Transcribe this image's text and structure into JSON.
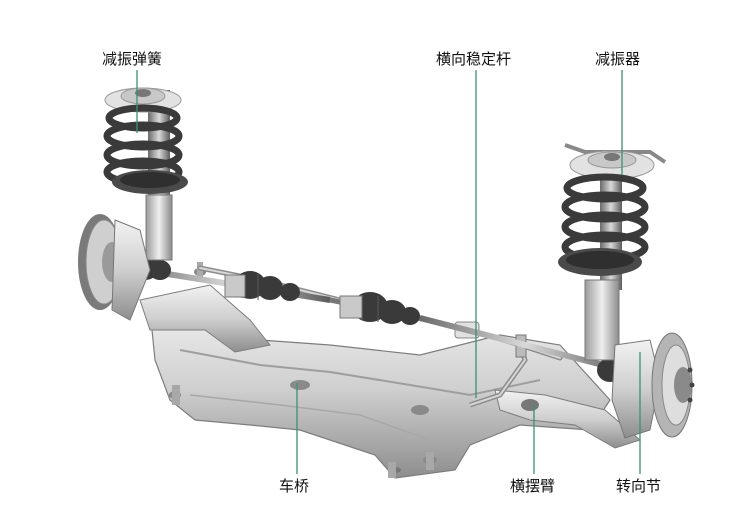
{
  "labels": {
    "spring": "减振弹簧",
    "stabilizer": "横向稳定杆",
    "damper": "减振器",
    "axle": "车桥",
    "control_arm": "横摆臂",
    "knuckle": "转向节"
  },
  "colors": {
    "leader": "#3f8f73",
    "metal_light": "#e4e4e4",
    "metal_mid": "#b9b9b9",
    "metal_dark": "#7d7d7d",
    "rubber": "#3a3a3a",
    "text": "#111111"
  }
}
